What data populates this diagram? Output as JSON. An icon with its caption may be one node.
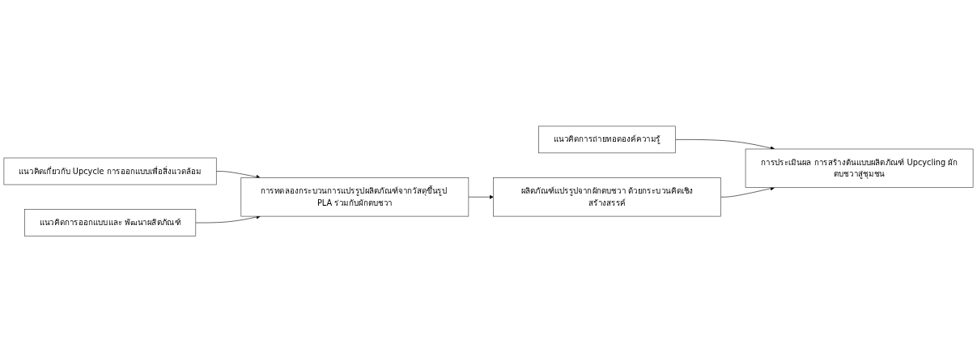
{
  "diagram": {
    "nodes": [
      {
        "text": [
          "แนวคิดเกี่ยวกับ Upcycle การออกแบบเพื่อสิ่งแวดล้อม"
        ]
      },
      {
        "text": [
          "แนวคิดการออกแบบและ พัฒนาผลิตภัณฑ์"
        ]
      },
      {
        "text": [
          "แนวคิดการถ่ายทอดองค์ความรู้"
        ]
      },
      {
        "text": [
          "การทดลองกระบวนการแปรรูปผลิตภัณฑ์จากวัสดุขึ้นรูป PLA ร่วมกับผักตบชวา"
        ]
      },
      {
        "text": [
          "ผลิตภัณฑ์แปรรูปจากผักตบชวา ด้วยกระบวนคิดเชิงสร้างสรรค์"
        ]
      },
      {
        "text": [
          "การประเมินผล การสร้างต้นแบบผลิตภัณฑ์ Upcycling ผักตบชวาสู่ชุมชน"
        ]
      }
    ],
    "edges": [
      {
        "from": 0,
        "to": 3,
        "arrow": "to"
      },
      {
        "from": 1,
        "to": 3,
        "arrow": "to"
      },
      {
        "from": 2,
        "to": 5,
        "arrow": "to"
      },
      {
        "from": 3,
        "to": 4,
        "arrow": "to"
      },
      {
        "from": 4,
        "to": 5,
        "arrow": "to"
      }
    ]
  }
}
